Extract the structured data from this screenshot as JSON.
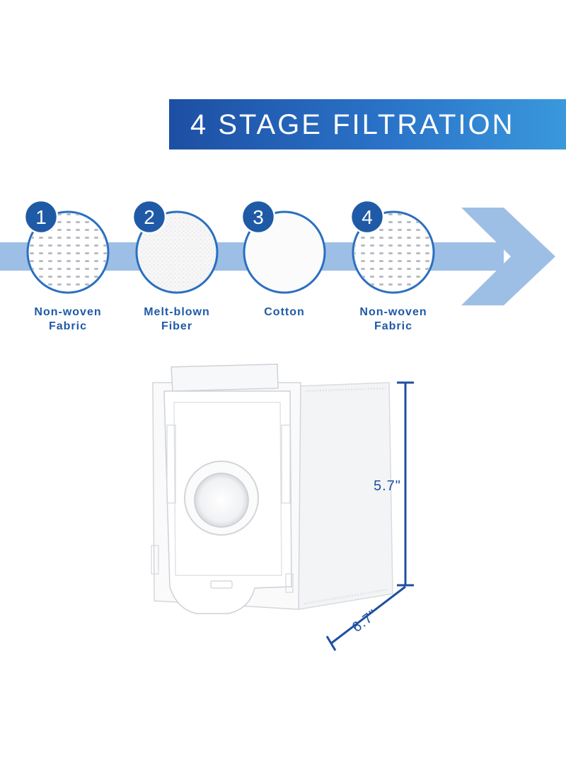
{
  "banner": {
    "title": "4 STAGE FILTRATION"
  },
  "stages": [
    {
      "number": "1",
      "line1": "Non-woven",
      "line2": "Fabric",
      "texture": "dotted"
    },
    {
      "number": "2",
      "line1": "Melt-blown",
      "line2": "Fiber",
      "texture": "speckled"
    },
    {
      "number": "3",
      "line1": "Cotton",
      "line2": "",
      "texture": "plain"
    },
    {
      "number": "4",
      "line1": "Non-woven",
      "line2": "Fabric",
      "texture": "dotted"
    }
  ],
  "dimensions": {
    "height": "5.7\"",
    "depth": "6.7\""
  },
  "colors": {
    "banner_start": "#1d4fa3",
    "banner_end": "#3a98dc",
    "arrow": "#9dbfe6",
    "badge": "#1f5aa6",
    "ring": "#2a6fc0",
    "text": "#1f5aa6"
  }
}
